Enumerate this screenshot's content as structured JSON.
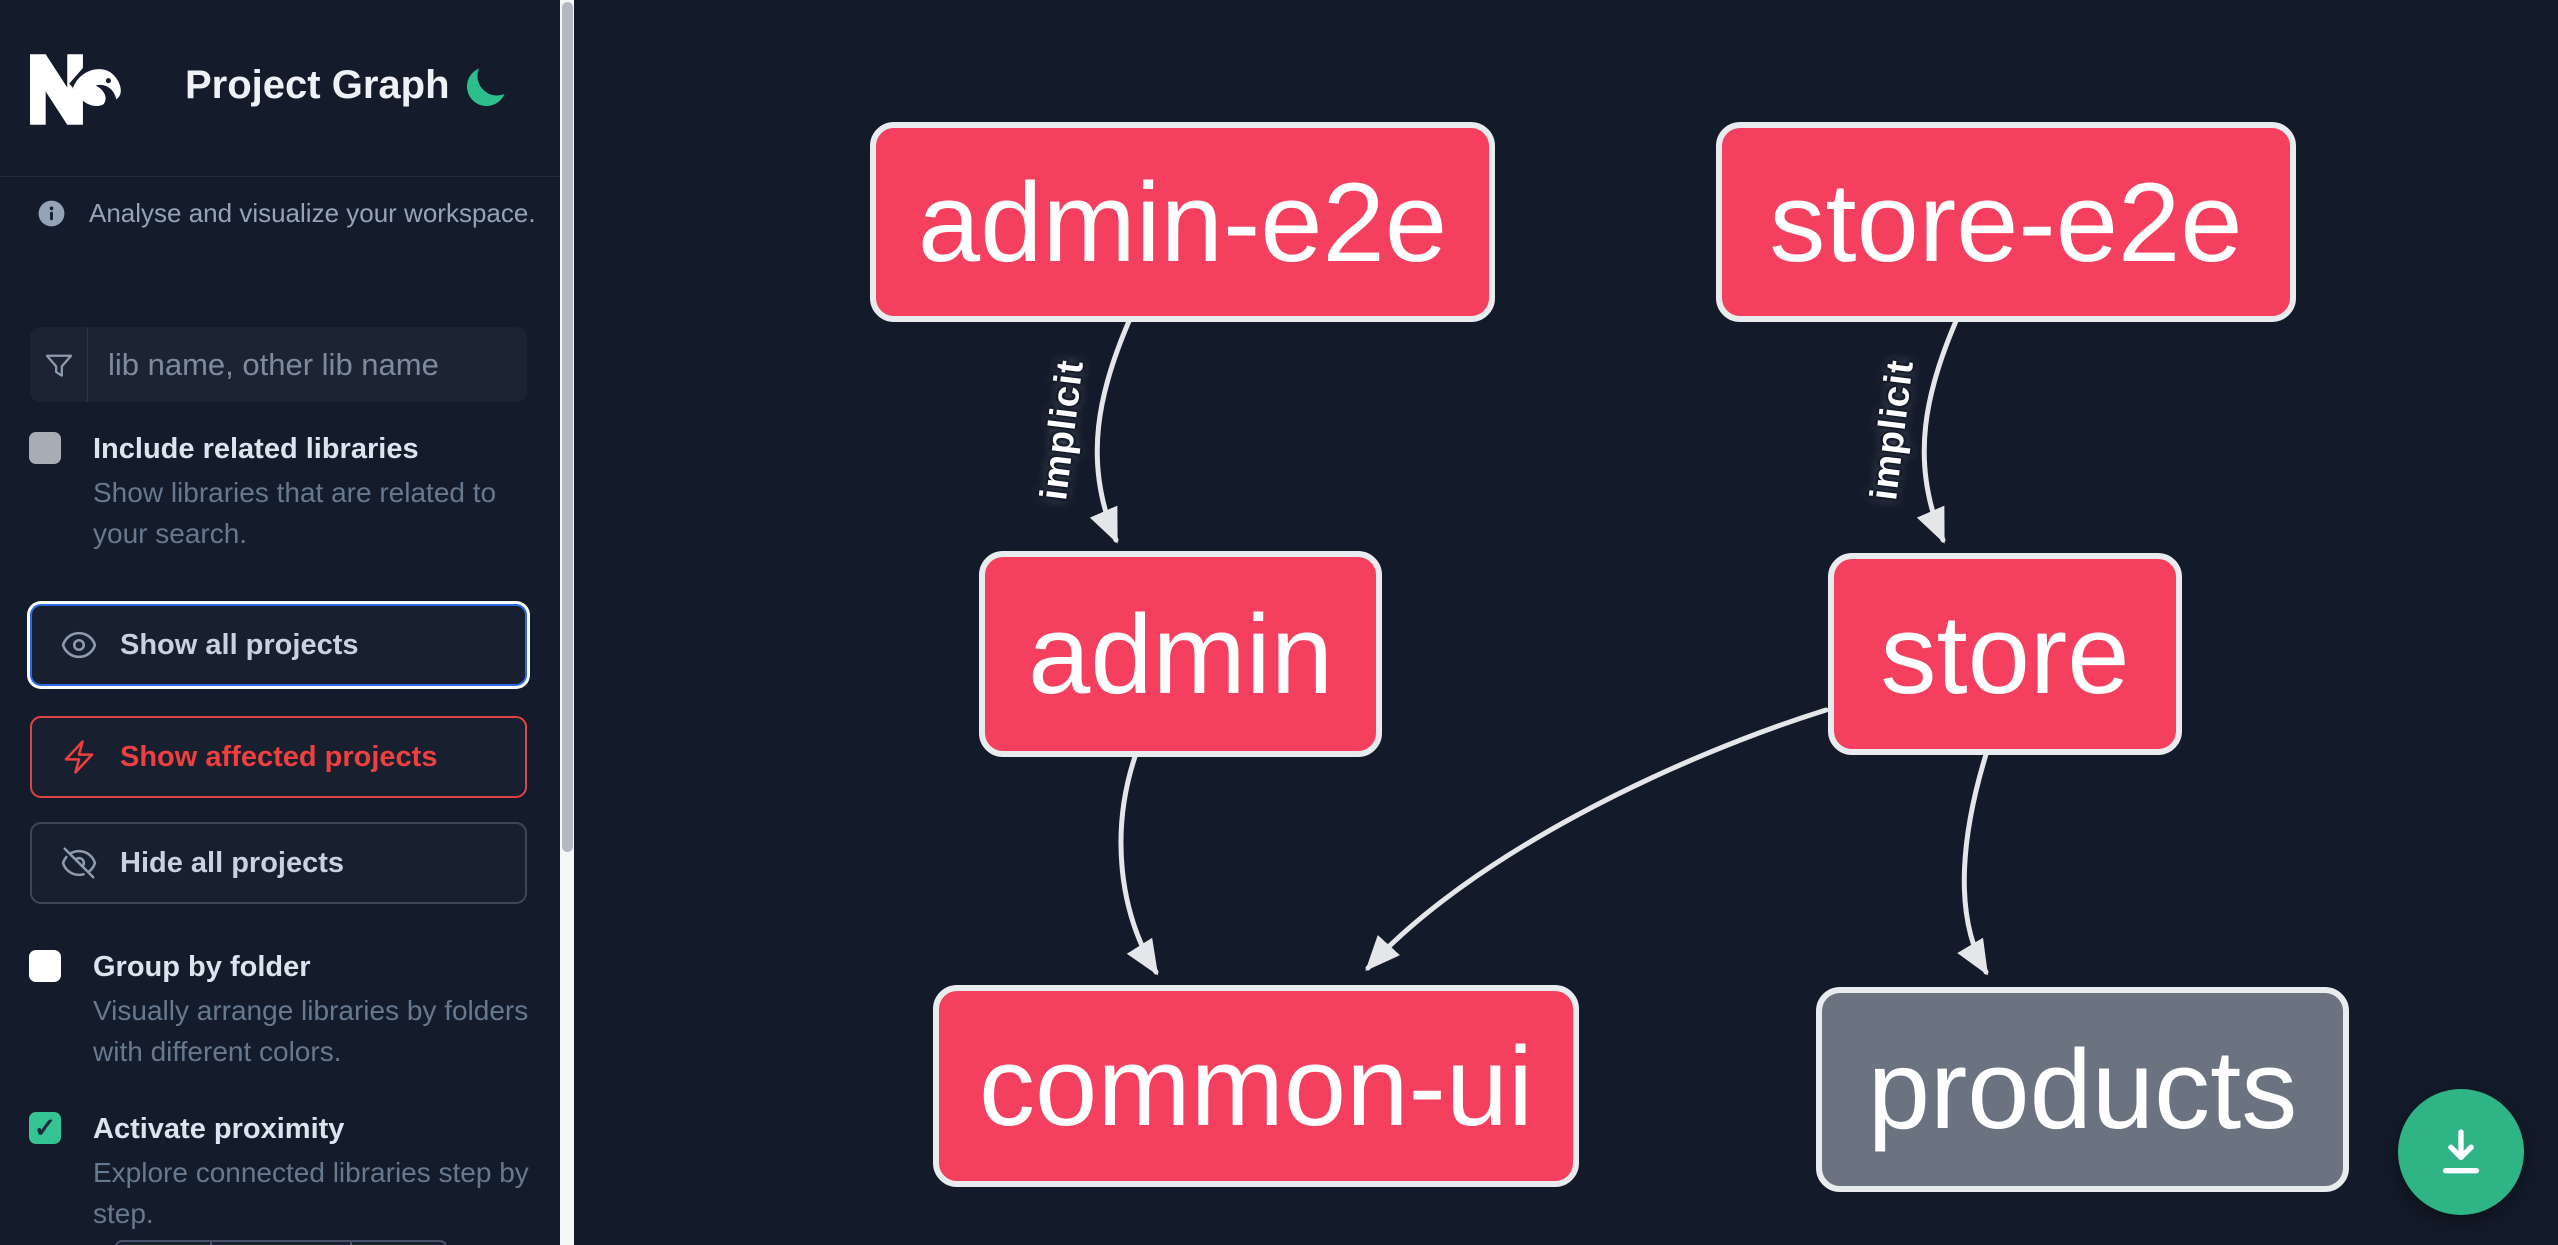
{
  "header": {
    "app_title": "Project Graph",
    "logo": "Nx",
    "theme_icon": "moon-icon"
  },
  "sidebar": {
    "tagline": "Analyse and visualize your workspace.",
    "search": {
      "placeholder": "lib name, other lib name",
      "icon": "funnel-icon"
    },
    "toggles": [
      {
        "label": "Include related libraries",
        "description": "Show libraries that are related to your search.",
        "checked": false
      },
      {
        "label": "Group by folder",
        "description": "Visually arrange libraries by folders with different colors.",
        "checked": false
      },
      {
        "label": "Activate proximity",
        "description": "Explore connected libraries step by step.",
        "checked": true,
        "check_glyph": "✓"
      }
    ],
    "actions": [
      {
        "label": "Show all projects",
        "icon": "eye-icon",
        "state": "focused"
      },
      {
        "label": "Show affected projects",
        "icon": "bolt-icon"
      },
      {
        "label": "Hide all projects",
        "icon": "eye-off-icon"
      }
    ]
  },
  "graph": {
    "nodes": [
      {
        "id": "admin-e2e",
        "label": "admin-e2e",
        "color": "#f43f5e"
      },
      {
        "id": "store-e2e",
        "label": "store-e2e",
        "color": "#f43f5e"
      },
      {
        "id": "admin",
        "label": "admin",
        "color": "#f43f5e"
      },
      {
        "id": "store",
        "label": "store",
        "color": "#f43f5e"
      },
      {
        "id": "common-ui",
        "label": "common-ui",
        "color": "#f43f5e"
      },
      {
        "id": "products",
        "label": "products",
        "color": "#6b7280"
      }
    ],
    "edges": [
      {
        "from": "admin-e2e",
        "to": "admin",
        "label": "implicit"
      },
      {
        "from": "store-e2e",
        "to": "store",
        "label": "implicit"
      },
      {
        "from": "admin",
        "to": "common-ui",
        "label": ""
      },
      {
        "from": "store",
        "to": "common-ui",
        "label": ""
      },
      {
        "from": "store",
        "to": "products",
        "label": ""
      }
    ],
    "download_icon": "download-icon"
  },
  "colors": {
    "background": "#131a29",
    "node_pink": "#f43f5e",
    "node_gray": "#6b7280",
    "node_border": "#e9ecef",
    "edge": "#e4e6ea",
    "accent_green": "#2eb485",
    "moon_green": "#2dbe8d",
    "focus_blue": "#2c6be5",
    "affected_red": "#ee4040"
  }
}
